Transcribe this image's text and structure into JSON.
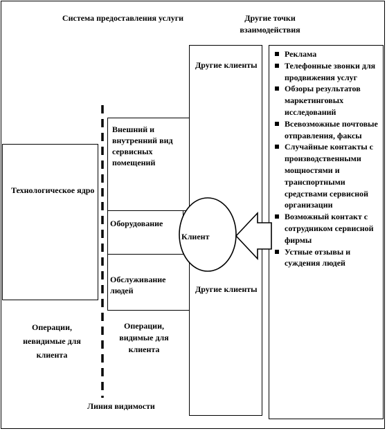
{
  "headers": {
    "service_system": "Система предоставления услуги",
    "other_points": "Другие точки взаимодействия"
  },
  "tech_core": "Технологическое ядро",
  "visible_components": {
    "appearance": "Внешний и внутренний вид сервисных помещений",
    "equipment": "Оборудование",
    "people_service": "Обслуживание людей"
  },
  "client": "Клиент",
  "other_clients_top": "Другие клиенты",
  "other_clients_bottom": "Другие клиенты",
  "operations_invisible": "Операции, невидимые для клиента",
  "operations_visible": "Операции, видимые для клиента",
  "visibility_line": "Линия видимости",
  "contact_points": [
    "Реклама",
    "Телефонные звонки для продвижения услуг",
    "Обзоры результатов маркетинговых исследований",
    "Всевозможные почтовые отправления, факсы",
    "Случайные контакты с производственными мощностями и транспортными средствами сервисной организации",
    "Возможный контакт с сотрудником сервисной фирмы",
    "Устные отзывы и суждения людей"
  ]
}
